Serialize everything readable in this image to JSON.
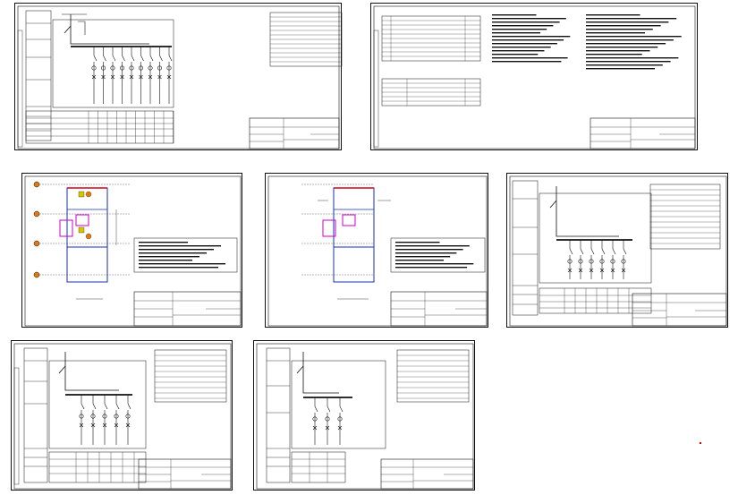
{
  "sheets": [
    {
      "id": "sheet-1",
      "kind": "single-line-schematic",
      "branches": 9
    },
    {
      "id": "sheet-2",
      "kind": "text-specification"
    },
    {
      "id": "sheet-3",
      "kind": "floor-plan-red"
    },
    {
      "id": "sheet-4",
      "kind": "floor-plan-red"
    },
    {
      "id": "sheet-5",
      "kind": "single-line-schematic",
      "branches": 6
    },
    {
      "id": "sheet-6",
      "kind": "single-line-schematic",
      "branches": 5
    },
    {
      "id": "sheet-7",
      "kind": "single-line-schematic",
      "branches": 3
    }
  ],
  "colors": {
    "line": "#111111",
    "accent_red": "#d0001a",
    "accent_magenta": "#c800c8",
    "accent_blue": "#1a2fb0",
    "accent_yellow": "#d9c400",
    "accent_orange": "#e07a10",
    "marker": "#e00000"
  }
}
